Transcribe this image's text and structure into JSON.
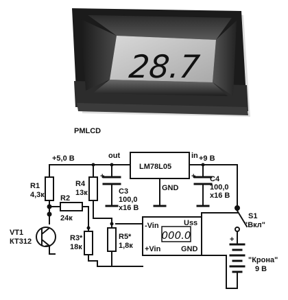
{
  "photo": {
    "caption": "PMLCD",
    "display_value": "28.7"
  },
  "schematic": {
    "rail_left": "+5,0 В",
    "rail_right": "+9 В",
    "regulator": {
      "name": "LM78L05",
      "out": "out",
      "in": "in",
      "gnd": "GND"
    },
    "R1": {
      "ref": "R1",
      "value": "4,3к"
    },
    "R2": {
      "ref": "R2",
      "value": "24к"
    },
    "R3": {
      "ref": "R3*",
      "value": "18к"
    },
    "R4": {
      "ref": "R4",
      "value": "13к"
    },
    "R5": {
      "ref": "R5*",
      "value": "1,8к"
    },
    "C3": {
      "ref": "C3",
      "value": "100,0",
      "voltage": "x16 В"
    },
    "C4": {
      "ref": "C4",
      "value": "100,0",
      "voltage": "x16 В"
    },
    "VT1": {
      "ref": "VT1",
      "type": "КТ312"
    },
    "plus_sign": "+",
    "meter": {
      "vin_minus": "-Vin",
      "vin_plus": "+Vin",
      "uss": "Uss",
      "gnd": "GND",
      "display": "000.0"
    },
    "S1": {
      "ref": "S1",
      "label": "\"Вкл\""
    },
    "battery": {
      "label": "\"Крона\"",
      "voltage": "9 В"
    }
  }
}
